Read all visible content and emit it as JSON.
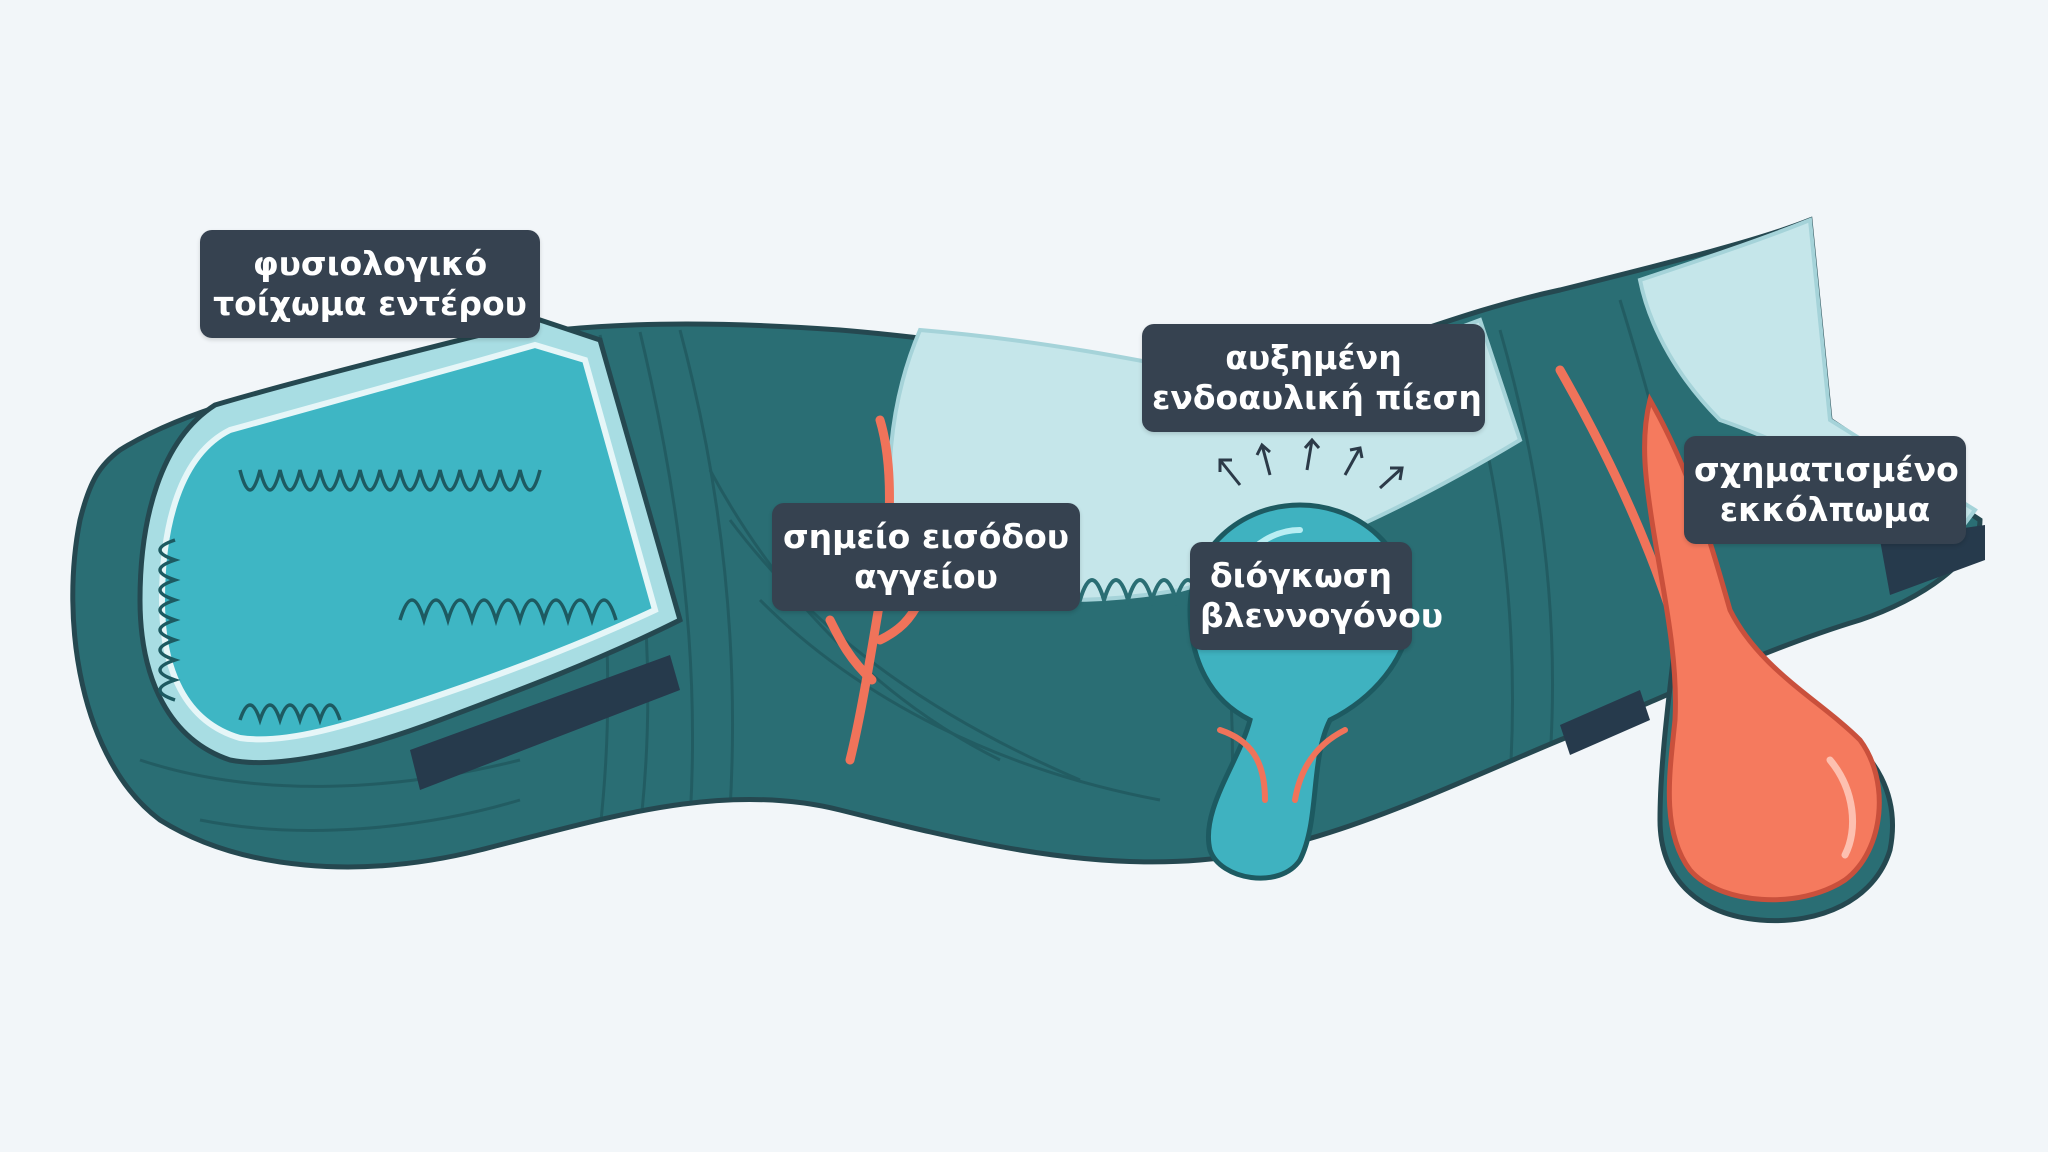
{
  "labels": {
    "normal_wall": {
      "line1": "φυσιολογικό",
      "line2": "τοίχωμα εντέρου"
    },
    "vessel_entry": {
      "line1": "σημείο εισόδου",
      "line2": "αγγείου"
    },
    "pressure": {
      "line1": "αυξημένη",
      "line2": "ενδοαυλική πίεση"
    },
    "mucosal_herniation": {
      "line1": "διόγκωση",
      "line2": "βλεννογόνου"
    },
    "diverticulum": {
      "line1": "σχηματισμένο",
      "line2": "εκκόλπωμα"
    }
  },
  "colors": {
    "background": "#f2f6f9",
    "muscle_wall": "#2a6e74",
    "muscle_dark": "#1d4f55",
    "serosa_edge": "#254850",
    "mucosa_cut": "#3eb6c4",
    "lumen_light": "#c5e6ea",
    "submucosa_band": "#263a4c",
    "vessel": "#f0735a",
    "diverticulum": "#f57a5e",
    "herniation": "#3fb2c0",
    "label_bg": "#364250",
    "label_text": "#ffffff"
  },
  "icons": [
    "pressure-arrow-icon"
  ]
}
